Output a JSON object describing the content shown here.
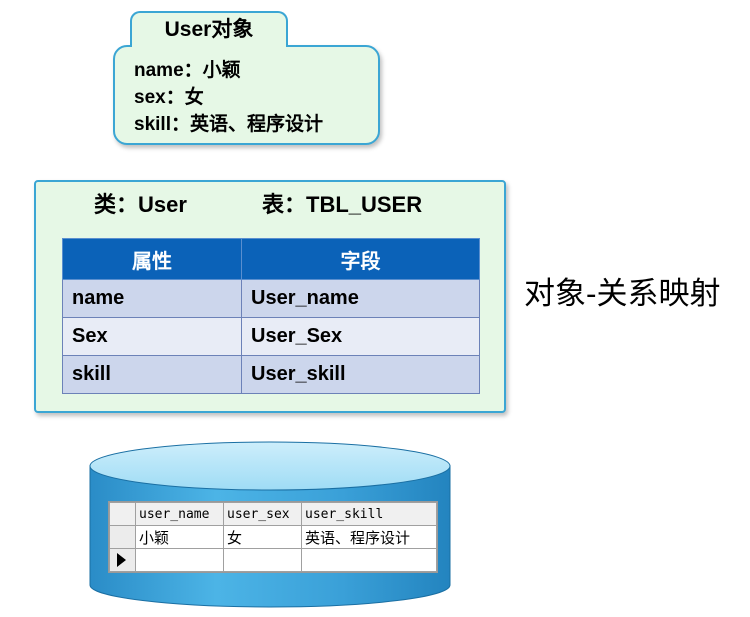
{
  "user_object": {
    "title": "User对象",
    "lines": [
      "name：小颖",
      "sex：女",
      "skill：英语、程序设计"
    ]
  },
  "mapping": {
    "class_label": "类：User",
    "table_label": "表：TBL_USER",
    "headers": [
      "属性",
      "字段"
    ],
    "rows": [
      [
        "name",
        "User_name"
      ],
      [
        "Sex",
        "User_Sex"
      ],
      [
        "skill",
        "User_skill"
      ]
    ],
    "caption": "对象-关系映射"
  },
  "database": {
    "columns": [
      "user_name",
      "user_sex",
      "user_skill"
    ],
    "row": [
      "小颖",
      "女",
      "英语、程序设计"
    ]
  },
  "colors": {
    "panel_fill": "#e6f8e6",
    "panel_border": "#3ba6d4",
    "table_header": "#0b62b8",
    "cylinder": "#3aa0d8"
  }
}
